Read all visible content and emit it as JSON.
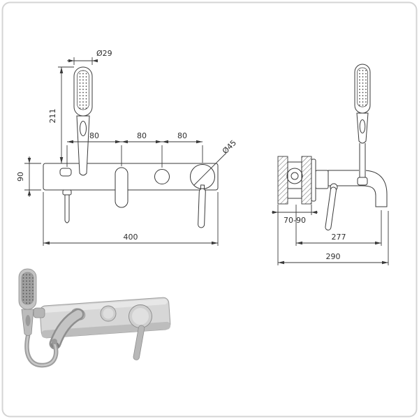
{
  "views": {
    "front": {
      "dim_handshower_diameter": "Ø29",
      "dim_handshower_height": "211",
      "dim_spacing_1": "80",
      "dim_spacing_2": "80",
      "dim_spacing_3": "80",
      "dim_knob_diameter": "Ø45",
      "dim_plate_height": "90",
      "dim_plate_width": "400"
    },
    "side": {
      "dim_wall_depth": "70-90",
      "dim_spout_projection": "277",
      "dim_total_projection": "290"
    }
  },
  "colors": {
    "line": "#3a3a3a",
    "frame_border": "#d4d4d4",
    "render_light": "#d7d7d7",
    "render_mid": "#b8b8b8",
    "render_dark": "#8a8a8a"
  }
}
